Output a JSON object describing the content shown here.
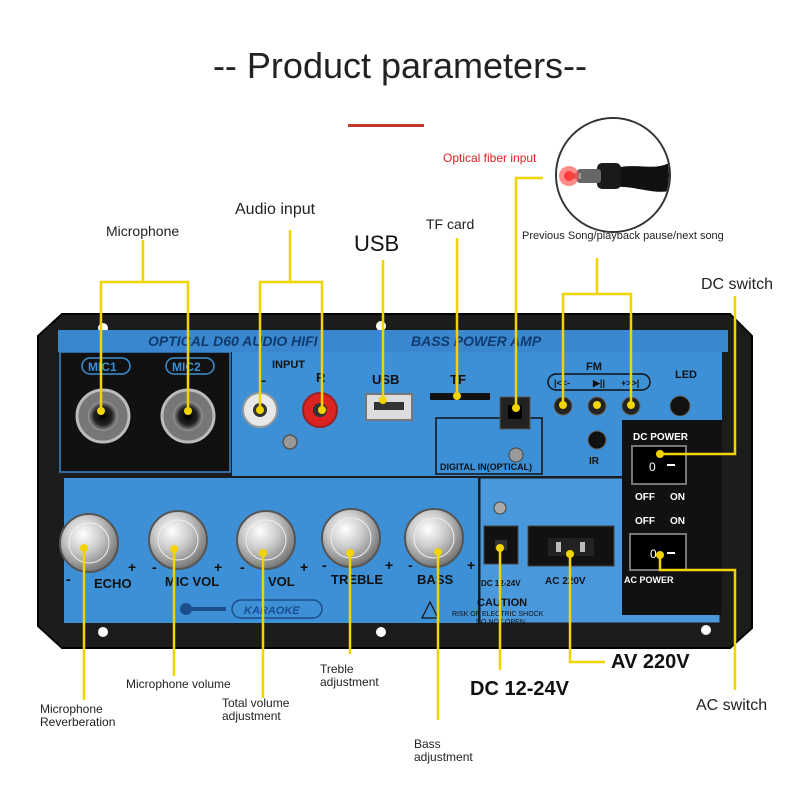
{
  "header": {
    "title": "-- Product parameters--"
  },
  "callouts": {
    "microphone": "Microphone",
    "audio_input": "Audio input",
    "usb": "USB",
    "tf_card": "TF card",
    "optical_fiber_input": "Optical fiber input",
    "song_controls": "Previous Song/playback pause/next song",
    "dc_switch": "DC switch",
    "av_220v": "AV 220V",
    "dc_12_24v": "DC 12-24V",
    "ac_switch": "AC switch",
    "mic_reverb": "Microphone\nReverberation",
    "mic_volume": "Microphone volume",
    "total_volume": "Total volume\nadjustment",
    "treble": "Treble\nadjustment",
    "bass": "Bass\nadjustment"
  },
  "panel": {
    "header_left": "OPTICAL D60 AUDIO HIFI",
    "header_right": "BASS POWER AMP",
    "mic1": "MIC1",
    "mic2": "MIC2",
    "input": "INPUT",
    "input_l": "L",
    "input_r": "R",
    "usb": "USB",
    "tf": "TF",
    "fm": "FM",
    "fm_prev": "|<<-",
    "fm_play": "▶||",
    "fm_next": "+>>|",
    "led": "LED",
    "ir": "IR",
    "digital_in": "DIGITAL IN(OPTICAL)",
    "dc_power": "DC POWER",
    "off": "OFF",
    "on": "ON",
    "knob_echo": "ECHO",
    "knob_micvol": "MIC VOL",
    "knob_vol": "VOL",
    "knob_treble": "TREBLE",
    "knob_bass": "BASS",
    "dc_port": "DC 12-24V",
    "ac_port": "AC 220V",
    "ac_power": "AC POWER",
    "karaoke": "KARAOKE",
    "caution": "CAUTION",
    "caution_1": "RISK OF ELECTRIC SHOCK",
    "caution_2": "DO NOT OPEN"
  },
  "colors": {
    "callout_line": "#f2d500",
    "panel_blue": "#3d8fd6",
    "panel_black": "#1a1a1a",
    "title_rule": "#c0392b",
    "optical_red": "#e02020"
  }
}
